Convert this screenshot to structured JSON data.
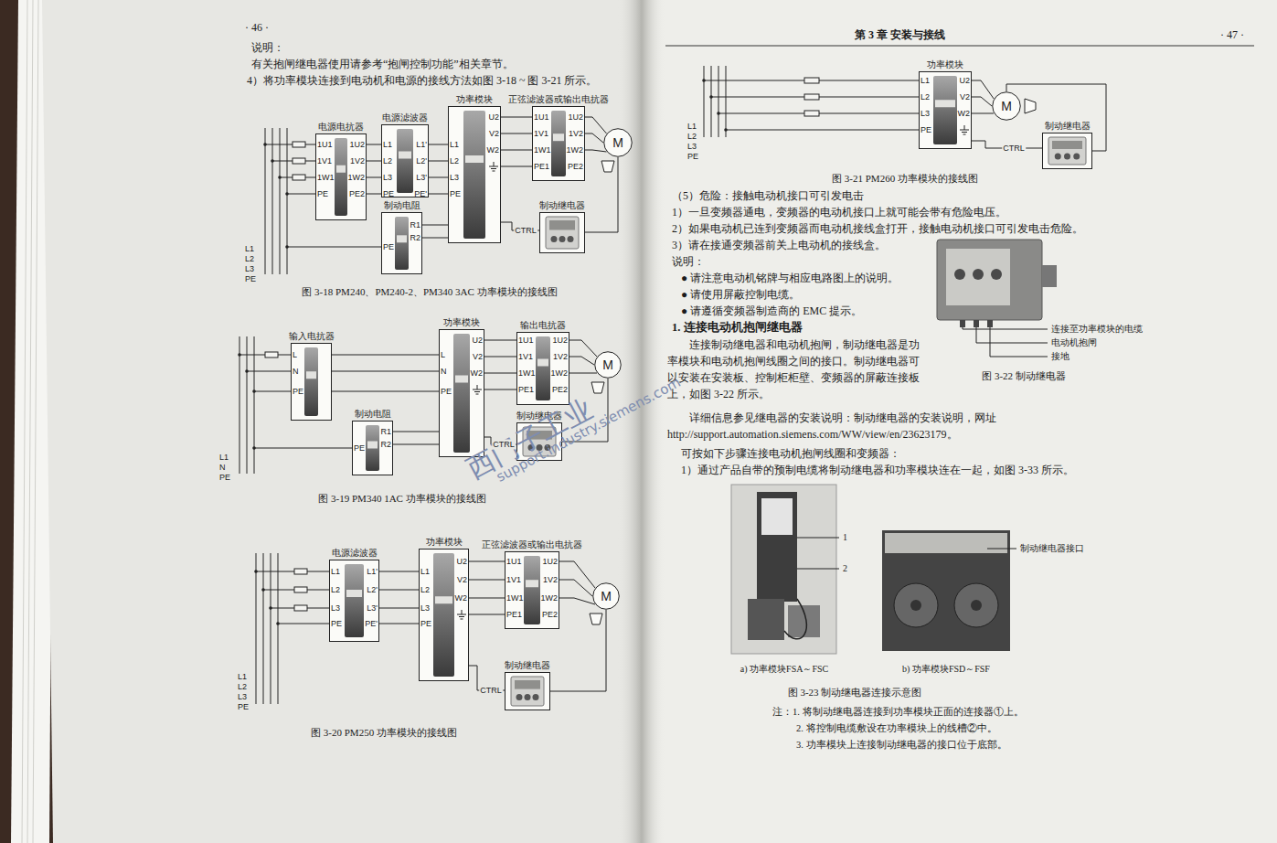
{
  "diagram": {
    "nodes": [
      {
        "text": [
          "电源电抗器"
        ]
      },
      {
        "text": [
          "电源滤波器"
        ]
      },
      {
        "text": [
          "功率模块"
        ]
      },
      {
        "text": [
          "正弦滤波器或输出电抗器"
        ]
      },
      {
        "text": [
          "M"
        ]
      },
      {
        "text": [
          "制动电阻"
        ]
      },
      {
        "text": [
          "制动继电器"
        ]
      },
      {
        "text": [
          "输入电抗器"
        ]
      },
      {
        "text": [
          "功率模块"
        ]
      },
      {
        "text": [
          "输出电抗器"
        ]
      },
      {
        "text": [
          "M"
        ]
      },
      {
        "text": [
          "制动电阻"
        ]
      },
      {
        "text": [
          "制动继电器"
        ]
      },
      {
        "text": [
          "电源滤波器"
        ]
      },
      {
        "text": [
          "功率模块"
        ]
      },
      {
        "text": [
          "正弦滤波器或输出电抗器"
        ]
      },
      {
        "text": [
          "M"
        ]
      },
      {
        "text": [
          "制动继电器"
        ]
      },
      {
        "text": [
          "功率模块"
        ]
      },
      {
        "text": [
          "M"
        ]
      },
      {
        "text": [
          "制动继电器"
        ]
      }
    ],
    "edges": [
      {
        "from": 0,
        "to": 1,
        "arrow": "none"
      },
      {
        "from": 1,
        "to": 2,
        "arrow": "none"
      },
      {
        "from": 2,
        "to": 3,
        "arrow": "none"
      },
      {
        "from": 3,
        "to": 4,
        "arrow": "none"
      },
      {
        "from": 2,
        "to": 5,
        "arrow": "none"
      },
      {
        "from": 2,
        "to": 6,
        "label": "CTRL",
        "arrow": "none"
      },
      {
        "from": 6,
        "to": 4,
        "arrow": "none"
      },
      {
        "from": 7,
        "to": 8,
        "arrow": "none"
      },
      {
        "from": 8,
        "to": 9,
        "arrow": "none"
      },
      {
        "from": 9,
        "to": 10,
        "arrow": "none"
      },
      {
        "from": 8,
        "to": 11,
        "arrow": "none"
      },
      {
        "from": 8,
        "to": 12,
        "label": "CTRL",
        "arrow": "none"
      },
      {
        "from": 12,
        "to": 10,
        "arrow": "none"
      },
      {
        "from": 13,
        "to": 14,
        "arrow": "none"
      },
      {
        "from": 14,
        "to": 15,
        "arrow": "none"
      },
      {
        "from": 15,
        "to": 16,
        "arrow": "none"
      },
      {
        "from": 14,
        "to": 17,
        "label": "CTRL",
        "arrow": "none"
      },
      {
        "from": 17,
        "to": 16,
        "arrow": "none"
      },
      {
        "from": 18,
        "to": 19,
        "arrow": "none"
      },
      {
        "from": 18,
        "to": 20,
        "label": "CTRL",
        "arrow": "none"
      },
      {
        "from": 20,
        "to": 19,
        "arrow": "none"
      }
    ],
    "labels": [
      "· 46 ·",
      "说明：",
      "有关抱闸继电器使用请参考“抱闸控制功能”相关章节。",
      "4）将功率模块连接到电动机和电源的接线方法如图 3-18 ~ 图 3-21 所示。",
      "1U1",
      "1V1",
      "1W1",
      "PE",
      "1U2",
      "1V2",
      "1W2",
      "PE2",
      "L1",
      "L2",
      "L3",
      "PE",
      "L1'",
      "L2'",
      "L3'",
      "PE'",
      "L1",
      "L2",
      "L3",
      "PE",
      "U2",
      "V2",
      "W2",
      "1U1",
      "1V1",
      "1W1",
      "PE1",
      "1U2",
      "1V2",
      "1W2",
      "PE2",
      "PE",
      "R1",
      "R2",
      "L1",
      "L2",
      "L3",
      "PE",
      "图 3-18 PM240、PM240-2、PM340 3AC 功率模块的接线图",
      "L",
      "N",
      "PE",
      "L",
      "N",
      "PE",
      "U2",
      "V2",
      "W2",
      "1U1",
      "1V1",
      "1W1",
      "PE1",
      "1U2",
      "1V2",
      "1W2",
      "PE2",
      "PE",
      "R1",
      "R2",
      "L1",
      "N",
      "PE",
      "图 3-19 PM340 1AC 功率模块的接线图",
      "L1",
      "L2",
      "L3",
      "PE",
      "L1'",
      "L2'",
      "L3'",
      "PE'",
      "L1",
      "L2",
      "L3",
      "PE",
      "U2",
      "V2",
      "W2",
      "1U1",
      "1V1",
      "1W1",
      "PE1",
      "1U2",
      "1V2",
      "1W2",
      "PE2",
      "L1",
      "L2",
      "L3",
      "PE",
      "图 3-20 PM250 功率模块的接线图",
      "第 3 章 安装与接线",
      "· 47 ·",
      "L1",
      "L2",
      "L3",
      "PE",
      "L1",
      "L2",
      "L3",
      "PE",
      "U2",
      "V2",
      "W2",
      "图 3-21 PM260 功率模块的接线图",
      "（5）危险：接触电动机接口可引发电击",
      "1）一旦变频器通电，变频器的电动机接口上就可能会带有危险电压。",
      "2）如果电动机已连到变频器而电动机接线盒打开，接触电动机接口可引发电击危险。",
      "3）请在接通变频器前关上电动机的接线盒。",
      "说明：",
      "● 请注意电动机铭牌与相应电路图上的说明。",
      "● 请使用屏蔽控制电缆。",
      "● 请遵循变频器制造商的 EMC 提示。",
      "1. 连接电动机抱闸继电器",
      "连接制动继电器和电动机抱闸，制动继电器是功率模块和电动机抱闸线圈之间的接口。制动继电器可以安装在安装板、控制柜柜壁、变频器的屏蔽连接板上，如图 3-22 所示。",
      "连接至功率模块的电缆",
      "电动机抱闸",
      "接地",
      "图 3-22 制动继电器",
      "详细信息参见继电器的安装说明：制动继电器的安装说明，网址 http://support.automation.siemens.com/WW/view/en/23623179。",
      "可按如下步骤连接电动机抱闸线圈和变频器：",
      "1）通过产品自带的预制电缆将制动继电器和功率模块连在一起，如图 3-33 所示。",
      "1",
      "2",
      "制动继电器接口",
      "a) 功率模块FSA～FSC",
      "b) 功率模块FSD～FSF",
      "图 3-23 制动继电器连接示意图",
      "注：1. 将制动继电器连接到功率模块正面的连接器①上。",
      "2. 将控制电缆敷设在功率模块上的线槽②中。",
      "3. 功率模块上连接制动继电器的接口位于底部。",
      "西门子工业",
      "support.industry.siemens.com"
    ]
  }
}
